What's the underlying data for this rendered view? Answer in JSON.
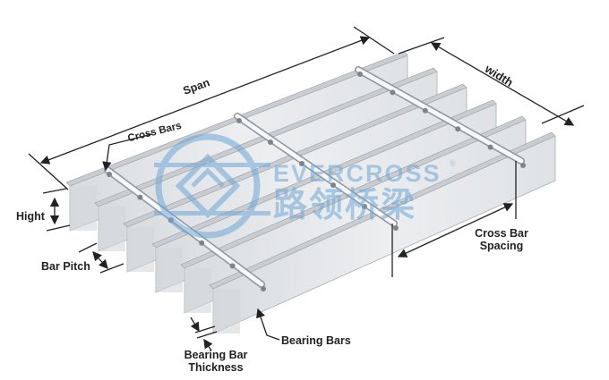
{
  "labels": {
    "span": "Span",
    "width": "width",
    "cross_bars": "Cross Bars",
    "hight": "Hight",
    "bar_pitch": "Bar Pitch",
    "cross_bar_spacing_1": "Cross Bar",
    "cross_bar_spacing_2": "Spacing",
    "bearing_bars": "Bearing Bars",
    "bearing_bar_thickness_1": "Bearing Bar",
    "bearing_bar_thickness_2": "Thickness"
  },
  "watermark": {
    "brand": "EVERCROSS",
    "registered": "®",
    "chinese": "路领桥梁",
    "color": "#6fa6d6"
  },
  "diagram": {
    "bearing_bar_count": 6,
    "cross_bar_count": 3,
    "bar_color": "#e4e6e8",
    "line_color": "#222222"
  }
}
